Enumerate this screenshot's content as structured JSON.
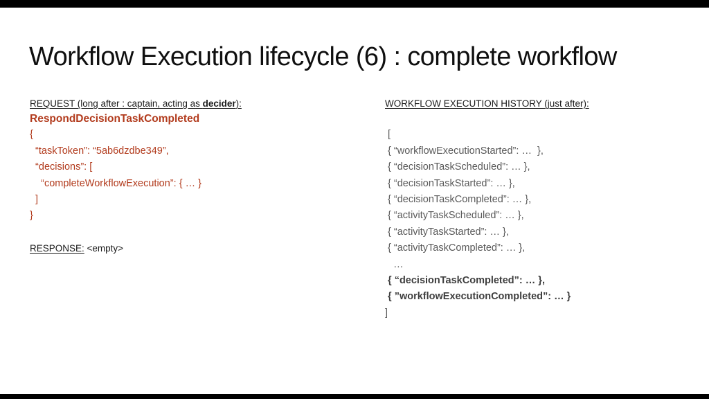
{
  "slide": {
    "title": "Workflow Execution lifecycle (6) : complete workflow"
  },
  "colors": {
    "code_red": "#b23b1d",
    "history_gray": "#595959",
    "history_bold_gray": "#3e3e3e",
    "text_black": "#1a1a1a",
    "letterbox_black": "#000000"
  },
  "request": {
    "heading_prefix": "REQUEST (long after : captain, acting as ",
    "heading_bold": "decider",
    "heading_suffix": "):",
    "api_name": "RespondDecisionTaskCompleted",
    "code_lines": [
      {
        "text": "{"
      },
      {
        "text": "  “taskToken”: “5ab6dzdbe349”,"
      },
      {
        "text": "  “decisions”: ["
      },
      {
        "text": "    “completeWorkflowExecution”: { … }"
      },
      {
        "text": "  ]"
      },
      {
        "text": "}"
      }
    ],
    "response_label": "RESPONSE:",
    "response_value": " <empty>"
  },
  "history": {
    "heading": "WORKFLOW EXECUTION HISTORY (just after):",
    "open_bracket": " [",
    "events": [
      {
        "text": " { “workflowExecutionStarted”: …  },",
        "bold": false
      },
      {
        "text": " { “decisionTaskScheduled”: … },",
        "bold": false
      },
      {
        "text": " { “decisionTaskStarted”: … },",
        "bold": false
      },
      {
        "text": " { “decisionTaskCompleted”: … },",
        "bold": false
      },
      {
        "text": " { “activityTaskScheduled”: … },",
        "bold": false
      },
      {
        "text": " { “activityTaskStarted”: … },",
        "bold": false
      },
      {
        "text": " { “activityTaskCompleted”: … },",
        "bold": false
      },
      {
        "text": "   …",
        "bold": false
      },
      {
        "text": " { “decisionTaskCompleted”: … },",
        "bold": true
      },
      {
        "text": " { ”workflowExecutionCompleted”: … }",
        "bold": true
      }
    ],
    "close_bracket": "]"
  }
}
